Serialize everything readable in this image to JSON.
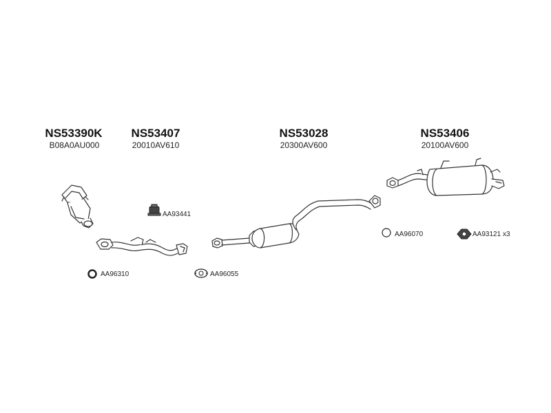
{
  "main_parts": [
    {
      "code": "NS53390K",
      "oem": "B08A0AU000"
    },
    {
      "code": "NS53407",
      "oem": "20010AV610"
    },
    {
      "code": "NS53028",
      "oem": "20300AV600"
    },
    {
      "code": "NS53406",
      "oem": "20100AV600"
    }
  ],
  "accessories": [
    {
      "code": "AA93441",
      "icon": "rubber-hanger-icon"
    },
    {
      "code": "AA96310",
      "icon": "gasket-ring-icon"
    },
    {
      "code": "AA96055",
      "icon": "flange-gasket-icon"
    },
    {
      "code": "AA96070",
      "icon": "ring-gasket-icon"
    },
    {
      "code": "AA93121",
      "icon": "rubber-mount-icon",
      "qty": "x3"
    }
  ],
  "colors": {
    "line": "#333333",
    "fill": "#ffffff",
    "dark": "#444444"
  }
}
